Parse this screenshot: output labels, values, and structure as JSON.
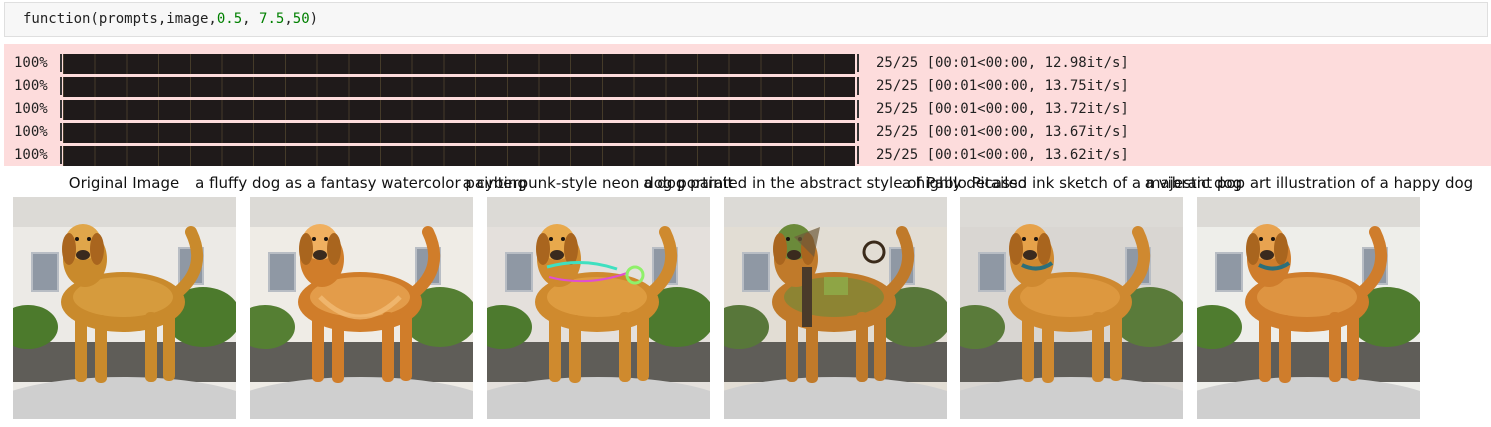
{
  "code": {
    "prefix": "function(prompts,image,",
    "arg1": "0.5",
    "sep1": ", ",
    "arg2": "7.5",
    "sep2": ",",
    "arg3": "50",
    "suffix": ")"
  },
  "progress": [
    {
      "percent": "100%",
      "stats": "25/25 [00:01<00:00, 12.98it/s]",
      "fill": 1.0
    },
    {
      "percent": "100%",
      "stats": "25/25 [00:01<00:00, 13.75it/s]",
      "fill": 1.0
    },
    {
      "percent": "100%",
      "stats": "25/25 [00:01<00:00, 13.72it/s]",
      "fill": 1.0
    },
    {
      "percent": "100%",
      "stats": "25/25 [00:01<00:00, 13.67it/s]",
      "fill": 1.0
    },
    {
      "percent": "100%",
      "stats": "25/25 [00:01<00:00, 13.62it/s]",
      "fill": 1.0
    }
  ],
  "captions": [
    "Original Image",
    "a fluffy dog as a fantasy watercolor painting",
    "a cyberpunk-style neon dog portrait",
    "a dog painted in the abstract style of Pablo Picasso",
    "a highly detailed ink sketch of a majestic dog",
    "a vibrant pop art illustration of a happy dog"
  ],
  "images": [
    {
      "name": "original-image",
      "variant": "original"
    },
    {
      "name": "watercolor-dog-image",
      "variant": "watercolor"
    },
    {
      "name": "cyberpunk-dog-image",
      "variant": "cyberpunk"
    },
    {
      "name": "picasso-dog-image",
      "variant": "picasso"
    },
    {
      "name": "ink-sketch-dog-image",
      "variant": "ink"
    },
    {
      "name": "pop-art-dog-image",
      "variant": "popart"
    }
  ],
  "colors": {
    "stderr_bg": "#fddcdc",
    "code_bg": "#f7f7f7",
    "number_green": "#008000",
    "bar_fill": "#1f1a1a"
  }
}
